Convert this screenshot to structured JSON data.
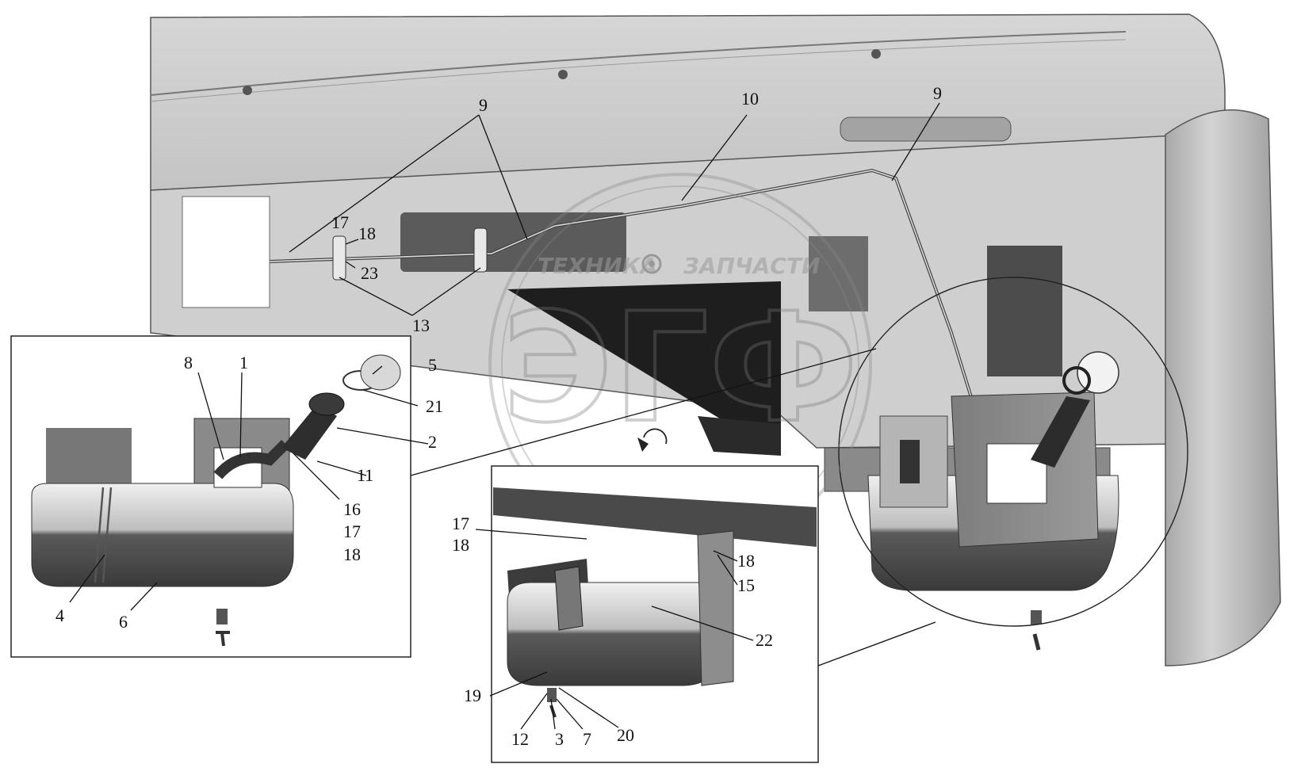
{
  "watermark": {
    "word_left": "ТЕХНИКА",
    "word_right": "ЗАПЧАСТИ",
    "logo_letters": "ЭГФ"
  },
  "callouts": [
    {
      "id": "c9a",
      "label": "9"
    },
    {
      "id": "c10",
      "label": "10"
    },
    {
      "id": "c9b",
      "label": "9"
    },
    {
      "id": "c17a",
      "label": "17"
    },
    {
      "id": "c18a",
      "label": "18"
    },
    {
      "id": "c23",
      "label": "23"
    },
    {
      "id": "c13",
      "label": "13"
    },
    {
      "id": "c8",
      "label": "8"
    },
    {
      "id": "c1",
      "label": "1"
    },
    {
      "id": "c5",
      "label": "5"
    },
    {
      "id": "c21",
      "label": "21"
    },
    {
      "id": "c2",
      "label": "2"
    },
    {
      "id": "c11",
      "label": "11"
    },
    {
      "id": "c16",
      "label": "16"
    },
    {
      "id": "c17b",
      "label": "17"
    },
    {
      "id": "c18b",
      "label": "18"
    },
    {
      "id": "c4",
      "label": "4"
    },
    {
      "id": "c6",
      "label": "6"
    },
    {
      "id": "c17c",
      "label": "17"
    },
    {
      "id": "c18c",
      "label": "18"
    },
    {
      "id": "c18d",
      "label": "18"
    },
    {
      "id": "c15",
      "label": "15"
    },
    {
      "id": "c22",
      "label": "22"
    },
    {
      "id": "c19",
      "label": "19"
    },
    {
      "id": "c12",
      "label": "12"
    },
    {
      "id": "c3",
      "label": "3"
    },
    {
      "id": "c7",
      "label": "7"
    },
    {
      "id": "c20",
      "label": "20"
    }
  ]
}
